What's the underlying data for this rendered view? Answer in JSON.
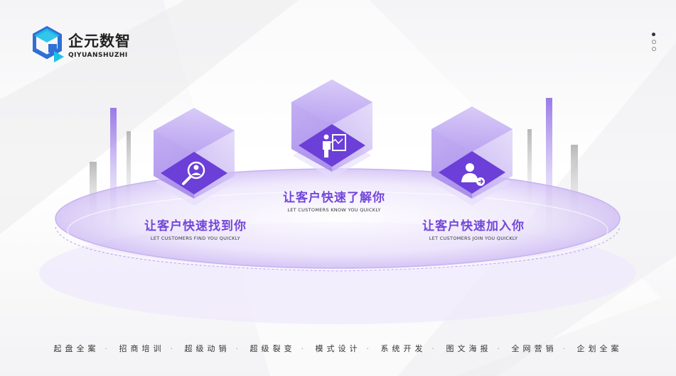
{
  "brand": {
    "name_cn": "企元数智",
    "name_en": "QIYUANSHUZHI"
  },
  "pagination": {
    "total": 3,
    "active": 0
  },
  "features": [
    {
      "title": "让客户快速找到你",
      "subtitle": "LET CUSTOMERS FIND YOU QUICKLY",
      "icon": "magnifier-person-icon"
    },
    {
      "title": "让客户快速了解你",
      "subtitle": "LET CUSTOMERS KNOW YOU QUICKLY",
      "icon": "presenter-board-icon"
    },
    {
      "title": "让客户快速加入你",
      "subtitle": "LET CUSTOMERS JOIN YOU QUICKLY",
      "icon": "user-join-icon"
    }
  ],
  "services": [
    "起盘全案",
    "招商培训",
    "超级动销",
    "超级裂变",
    "模式设计",
    "系统开发",
    "图文海报",
    "全网营销",
    "企划全案"
  ],
  "colors": {
    "accent": "#7347d9",
    "accent_light": "#c9b8f3"
  }
}
